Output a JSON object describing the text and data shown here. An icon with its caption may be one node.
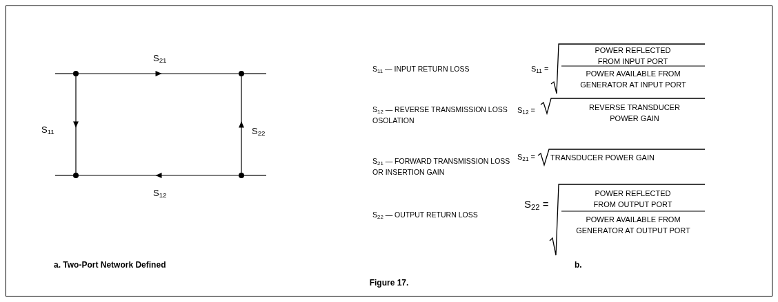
{
  "diagram": {
    "caption": "Figure 17.",
    "nodes": [
      {
        "text": [],
        "shape": "circle"
      },
      {
        "text": [],
        "shape": "circle"
      },
      {
        "text": [],
        "shape": "circle"
      },
      {
        "text": [],
        "shape": "circle"
      }
    ],
    "edges": [
      {
        "from": 0,
        "to": 1,
        "arrow": "to",
        "label": "S$_{21}$"
      },
      {
        "from": 0,
        "to": 2,
        "arrow": "to",
        "label": "S$_{11}$"
      },
      {
        "from": 3,
        "to": 1,
        "arrow": "to",
        "label": "S$_{22}$"
      },
      {
        "from": 3,
        "to": 2,
        "arrow": "to",
        "label": "S$_{12}$"
      },
      {
        "from": null,
        "to": 0,
        "arrow": "none"
      },
      {
        "from": 1,
        "to": null,
        "arrow": "none"
      },
      {
        "from": null,
        "to": 2,
        "arrow": "none"
      },
      {
        "from": 3,
        "to": null,
        "arrow": "none"
      }
    ],
    "labels": [
      "S$_{11}$ — INPUT RETURN LOSS",
      "S$_{11}$ =",
      "POWER REFLECTED FROM INPUT PORT",
      "POWER AVAILABLE FROM GENERATOR AT INPUT PORT",
      "S$_{12}$ — REVERSE TRANSMISSION LOSS OSOLATION",
      "S$_{12}$ =",
      "REVERSE TRANSDUCER POWER GAIN",
      "S$_{21}$ — FORWARD TRANSMISSION LOSS OR INSERTION GAIN",
      "S$_{21}$ =",
      "TRANSDUCER POWER GAIN",
      "S$_{22}$ — OUTPUT RETURN LOSS",
      "S$_{22}$ =",
      "POWER REFLECTED FROM OUTPUT PORT",
      "POWER AVAILABLE FROM GENERATOR AT OUTPUT PORT",
      "a. Two-Port Network Defined",
      "b."
    ]
  }
}
